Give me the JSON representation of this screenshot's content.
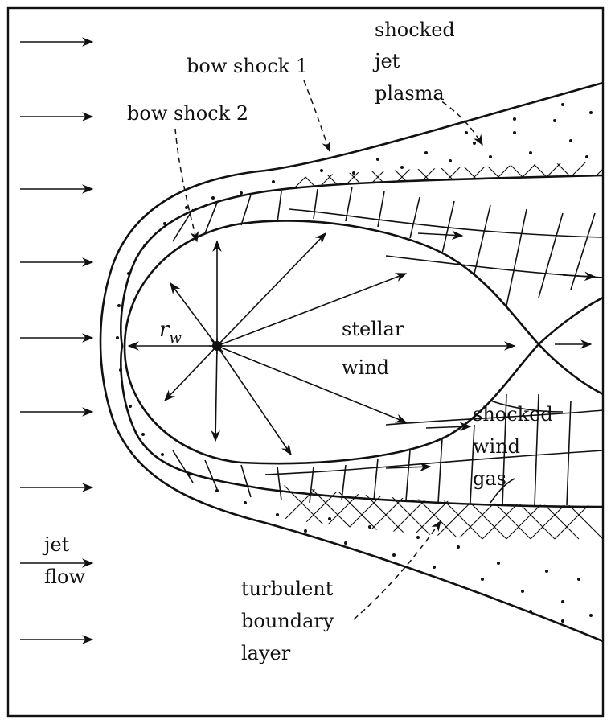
{
  "labels": {
    "bow_shock_1": "bow shock 1",
    "bow_shock_2": "bow shock 2",
    "shocked_jet_plasma": [
      "shocked",
      "jet",
      "plasma"
    ],
    "rw_symbol": "r",
    "rw_subscript": "w",
    "stellar_wind": [
      "stellar",
      "wind"
    ],
    "shocked_wind_gas": [
      "shocked",
      "wind",
      "gas"
    ],
    "jet_flow": [
      "jet",
      "flow"
    ],
    "turbulent_boundary_layer": [
      "turbulent",
      "boundary",
      "layer"
    ]
  }
}
